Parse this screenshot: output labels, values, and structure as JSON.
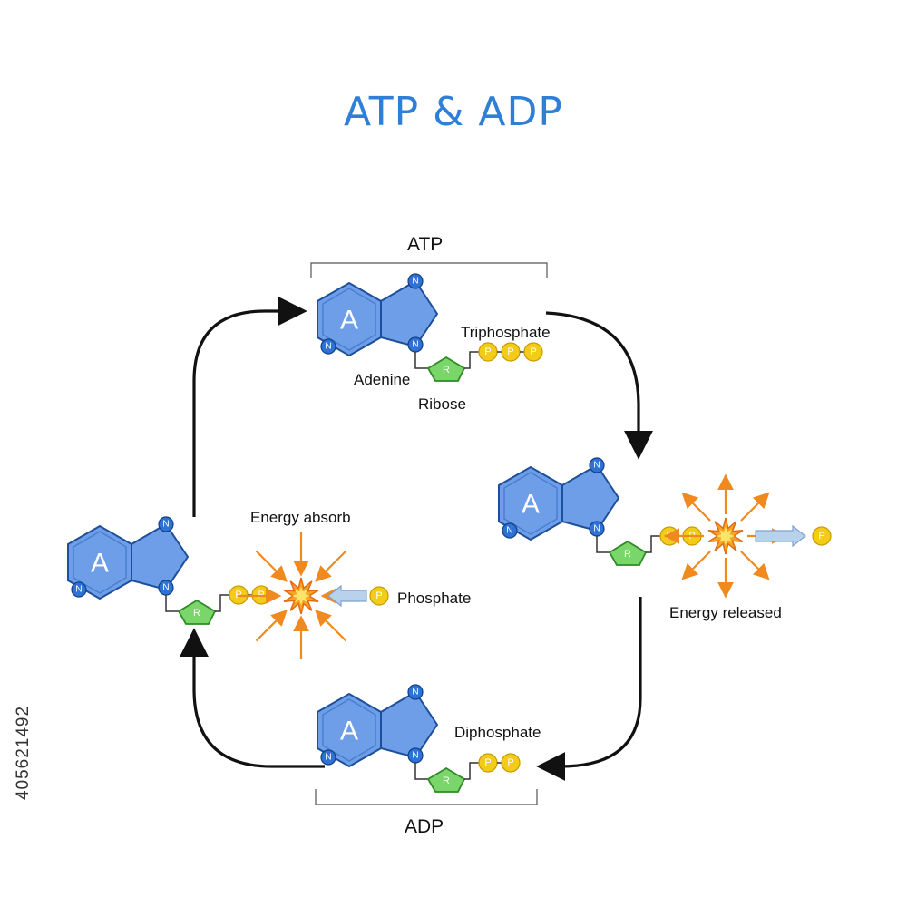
{
  "title": "ATP & ADP",
  "labels": {
    "atp": "ATP",
    "adp": "ADP",
    "triphosphate": "Triphosphate",
    "adenine": "Adenine",
    "ribose": "Ribose",
    "diphosphate": "Diphosphate",
    "energy_absorb": "Energy absorb",
    "phosphate": "Phosphate",
    "energy_released": "Energy released"
  },
  "molecule_text": {
    "adenine_letter": "A",
    "nitrogen": "N",
    "ribose_letter": "R",
    "phosphate_letter": "P"
  },
  "stock_id": "405621492",
  "colors": {
    "title": "#2f7fd6",
    "adenine_fill": "#6f9ee8",
    "nitrogen_fill": "#2f72d6",
    "ribose_fill": "#7ad66a",
    "phosphate_fill": "#f3cc1a",
    "burst": "#f08a1e",
    "arrow": "#111111",
    "phosphate_arrow": "#b8d2ec"
  }
}
